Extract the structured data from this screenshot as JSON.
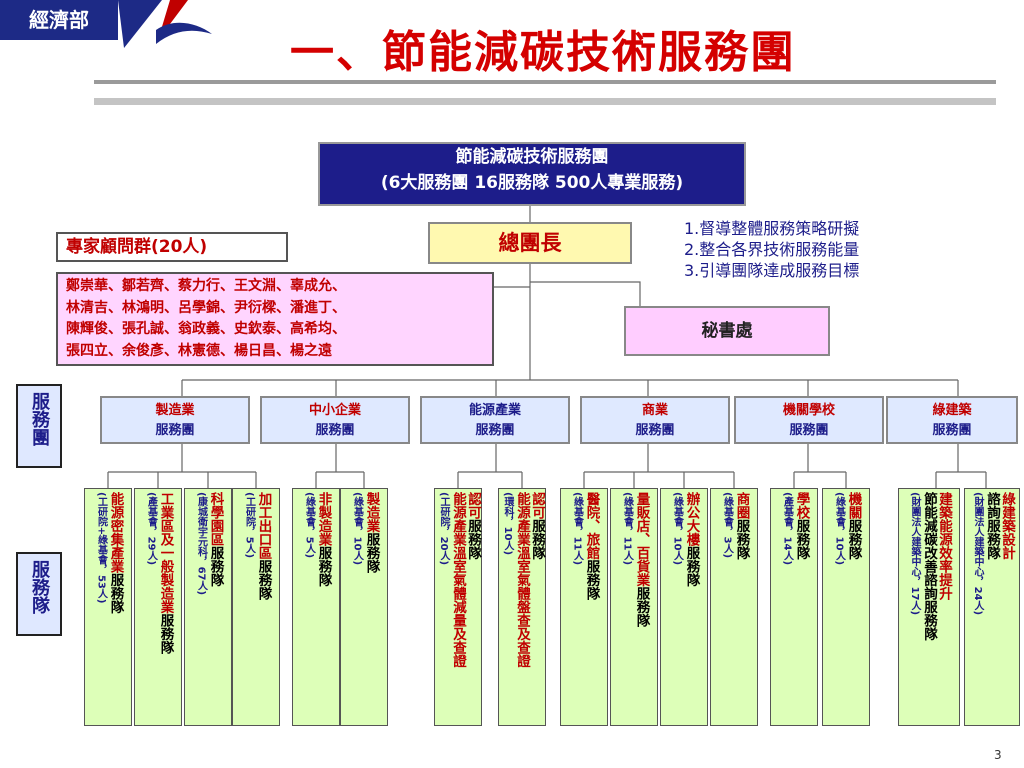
{
  "header": {
    "logo_text": "經濟部",
    "title": "一、節能減碳技術服務團"
  },
  "top_box": {
    "line1": "節能減碳技術服務團",
    "line2": "(6大服務團 16服務隊 500人專業服務)"
  },
  "general_manager": {
    "label": "總團長",
    "tasks": [
      "1.督導整體服務策略研擬",
      "2.整合各界技術服務能量",
      "3.引導團隊達成服務目標"
    ]
  },
  "experts": {
    "title": "專家顧問群(20人)",
    "lines": [
      "鄭崇華、鄒若齊、蔡力行、王文淵、辜成允、",
      "林清吉、林鴻明、呂學錦、尹衍樑、潘進丁、",
      "陳輝俊、張孔誠、翁政義、史欽泰、高希均、",
      "張四立、余俊彥、林憲德、楊日昌、楊之遠"
    ]
  },
  "secretariat": {
    "label": "秘書處"
  },
  "side_labels": {
    "groups": "服務團",
    "teams": "服務隊"
  },
  "groups": [
    {
      "line1": "製造業",
      "line2": "服務團"
    },
    {
      "line1": "中小企業",
      "line2": "服務團"
    },
    {
      "line1": "能源產業",
      "line2": "服務團"
    },
    {
      "line1": "商業",
      "line2": "服務團"
    },
    {
      "line1": "機關學校",
      "line2": "服務團"
    },
    {
      "line1": "綠建築",
      "line2": "服務團"
    }
  ],
  "teams": [
    {
      "name_red": "能源密集產業",
      "name_black": "服務隊",
      "note": "(工研院+綠基會，53人)"
    },
    {
      "name_red": "工業區及一般製造業",
      "name_black": "服務隊",
      "note": "(產基會，29人)"
    },
    {
      "name_red": "科學園區",
      "name_black": "服務隊",
      "note": "(康城衛宇元科，67人)"
    },
    {
      "name_red": "加工出口區",
      "name_black": "服務隊",
      "note": "(工研院，5人)"
    },
    {
      "name_red": "非製造業",
      "name_black": "服務隊",
      "note": "(綠基會，5人)"
    },
    {
      "name_red": "製造業",
      "name_black": "服務隊",
      "note": "(綠基會，10人)"
    },
    {
      "name_pre": "認可",
      "name_red": "能源產業溫室氣體減量及查證",
      "name_black": "服務隊",
      "note": "(工研院，20人)"
    },
    {
      "name_pre": "認可",
      "name_red": "能源產業溫室氣體盤查及查證",
      "name_black": "服務隊",
      "note": "(環科，10人)"
    },
    {
      "name_red": "醫院、旅館",
      "name_black": "服務隊",
      "note": "(綠基會，11人)"
    },
    {
      "name_red": "量販店、百貨業",
      "name_black": "服務隊",
      "note": "(綠基會，11人)"
    },
    {
      "name_red": "辦公大樓",
      "name_black": "服務隊",
      "note": "(綠基會，10人)"
    },
    {
      "name_red": "商圈",
      "name_black": "服務隊",
      "note": "(綠基會，3人)"
    },
    {
      "name_red": "學校",
      "name_black": "服務隊",
      "note": "(產基會，14人)"
    },
    {
      "name_red": "機關",
      "name_black": "服務隊",
      "note": "(綠基會，10人)"
    },
    {
      "name_red": "建築能源效率提升",
      "name_black": "節能減碳改善諮詢服務隊",
      "note": "(財團法人建築中心，17人)"
    },
    {
      "name_red": "綠建築設計",
      "name_black": "諮詢服務隊",
      "note": "(財團法人建築中心，24人)"
    }
  ],
  "page_number": "3",
  "colors": {
    "title_red": "#d40000",
    "navy": "#1d1d8a",
    "expert_bg": "#ffd5ff",
    "team_bg": "#ddffb8",
    "group_bg": "#dfe9ff",
    "gm_bg": "#fff9b0"
  }
}
